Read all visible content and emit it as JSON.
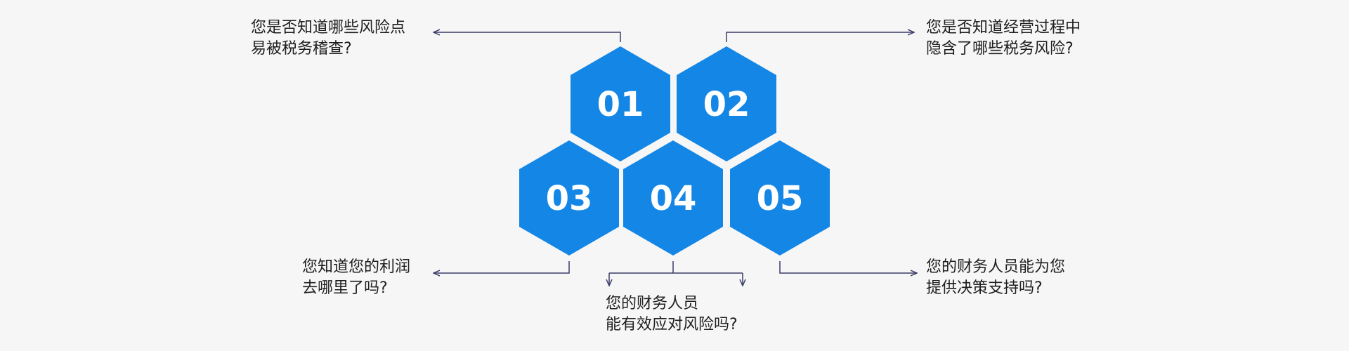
{
  "colors": {
    "background": "#f6f6f6",
    "hexagon_fill": "#1386e6",
    "connector_line": "#3a3c68",
    "text": "#1e1e1e"
  },
  "hexagons": [
    {
      "label": "01"
    },
    {
      "label": "02"
    },
    {
      "label": "03"
    },
    {
      "label": "04"
    },
    {
      "label": "05"
    }
  ],
  "questions": [
    {
      "lines": [
        "您是否知道哪些风险点",
        "易被税务稽查?"
      ]
    },
    {
      "lines": [
        "您是否知道经营过程中",
        "隐含了哪些税务风险?"
      ]
    },
    {
      "lines": [
        "您知道您的利润",
        "去哪里了吗?"
      ]
    },
    {
      "lines": [
        "您的财务人员",
        "能有效应对风险吗?"
      ]
    },
    {
      "lines": [
        "您的财务人员能为您",
        "提供决策支持吗?"
      ]
    }
  ]
}
